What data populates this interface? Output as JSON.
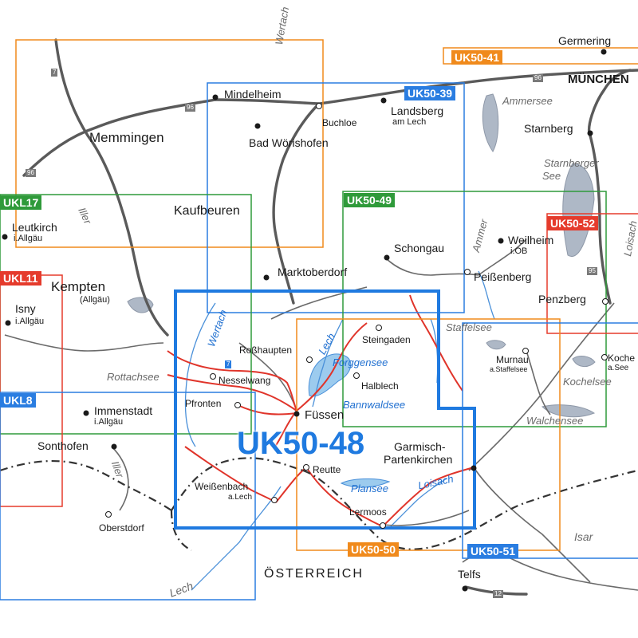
{
  "map": {
    "main_sheet": "UK50-48",
    "sheet_labels": {
      "uk50_41": "UK50-41",
      "uk50_39": "UK50-39",
      "ukl17": "UKL17",
      "uk50_49": "UK50-49",
      "uk50_52": "UK50-52",
      "ukl11": "UKL11",
      "ukl8": "UKL8",
      "uk50_50": "UK50-50",
      "uk50_51": "UK50-51"
    },
    "colors": {
      "uk50_48": "#1f7ae0",
      "blue_sheets": "#2a7de1",
      "orange_sheets": "#f08a1c",
      "green_sheets": "#2f9a3a",
      "red_sheets": "#e53b2c",
      "main_roads": "#555555",
      "federal_roads": "#e0342a",
      "water": "#1f6fd0",
      "border": "#333333"
    },
    "places": {
      "germering": "Germering",
      "muenchen": "MÜNCHEN",
      "mindelheim": "Mindelheim",
      "landsberg": "Landsberg",
      "landsberg_sub": "am Lech",
      "buchloe": "Buchloe",
      "memmingen": "Memmingen",
      "bad_woerishofen": "Bad Wörishofen",
      "starnberg": "Starnberg",
      "kaufbeuren": "Kaufbeuren",
      "leutkirch": "Leutkirch",
      "leutkirch_sub": "i.Allgäu",
      "schongau": "Schongau",
      "weilheim": "Weilheim",
      "weilheim_sub": "i.OB",
      "marktoberdorf": "Marktoberdorf",
      "peissenberg": "Peißenberg",
      "kempten": "Kempten",
      "kempten_sub": "(Allgäu)",
      "penzberg": "Penzberg",
      "isny": "Isny",
      "isny_sub": "i.Allgäu",
      "steingaden": "Steingaden",
      "rosshaupten": "Roßhaupten",
      "murnau": "Murnau",
      "murnau_sub": "a.Staffelsee",
      "kochel": "Koche",
      "kochel_sub": "a.See",
      "nesselwang": "Nesselwang",
      "halblech": "Halblech",
      "pfronten": "Pfronten",
      "fuessen": "Füssen",
      "immenstadt": "Immenstadt",
      "immenstadt_sub": "i.Allgäu",
      "sonthofen": "Sonthofen",
      "garmisch": "Garmisch-",
      "partenkirchen": "Partenkirchen",
      "reutte": "Reutte",
      "weissenbach": "Weißenbach",
      "weissenbach_sub": "a.Lech",
      "lermoos": "Lermoos",
      "oberstdorf": "Oberstdorf",
      "oesterreich": "ÖSTERREICH",
      "telfs": "Telfs"
    },
    "water": {
      "ammersee": "Ammersee",
      "starnberger": "Starnberger",
      "starnberger_see": "See",
      "wertach_top": "Wertach",
      "iller_top": "Iller",
      "ammer": "Ammer",
      "loisach_top": "Loisach",
      "wertach": "Wertach",
      "lech": "Lech",
      "staffelsee": "Staffelsee",
      "forggensee": "Forggensee",
      "rottachsee": "Rottachsee",
      "kochelsee": "Kochelsee",
      "bannwaldsee": "Bannwaldsee",
      "walchensee": "Walchensee",
      "iller": "Iller",
      "plansee": "Plansee",
      "loisach": "Loisach",
      "isar": "Isar",
      "lech_bottom": "Lech"
    },
    "roads": {
      "a7_top": "7",
      "a96_right": "96",
      "a96_mid": "96",
      "a96_left": "96",
      "a95": "95",
      "a7_blue": "7",
      "a12": "12"
    }
  }
}
